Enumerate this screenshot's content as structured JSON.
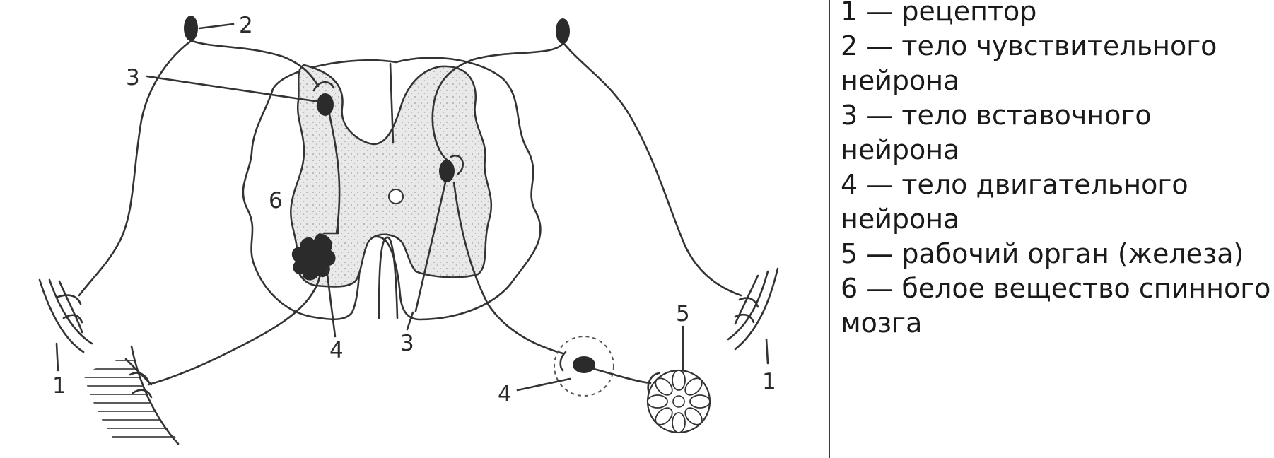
{
  "diagram": {
    "labels": {
      "receptor_left": "1",
      "receptor_right": "1",
      "sensory_body": "2",
      "interneuron_left": "3",
      "interneuron_right": "3",
      "motor_body_left": "4",
      "motor_body_right": "4",
      "effector": "5",
      "white_matter": "6"
    }
  },
  "legend": {
    "items": [
      "1 — рецептор",
      "2 — тело чувствительного нейрона",
      "3 — тело вставочного нейрона",
      "4 — тело двигательного нейрона",
      "5 — рабочий орган (железа)",
      "6 — белое вещество спинного мозга"
    ]
  }
}
